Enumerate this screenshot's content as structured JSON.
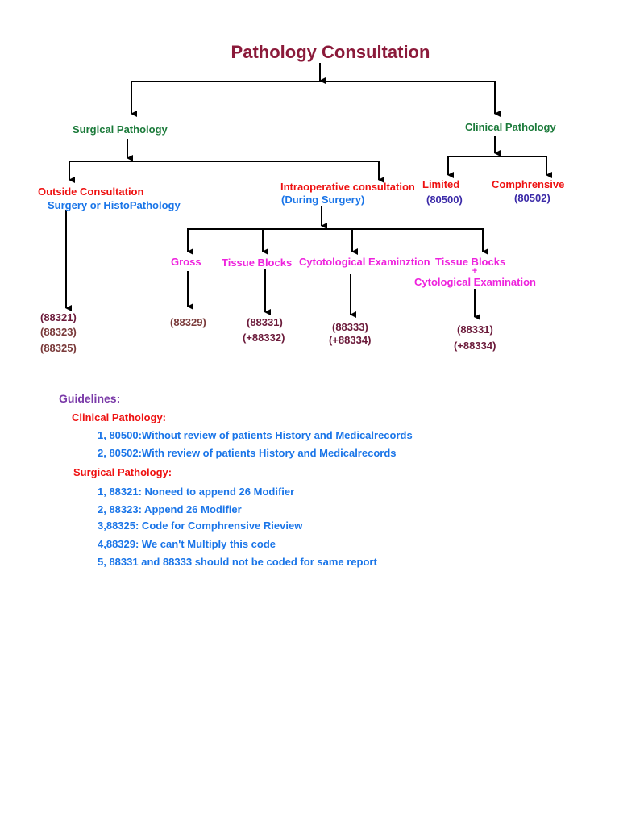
{
  "colors": {
    "title": "#8b1a3a",
    "green": "#1b7a3a",
    "red": "#ee1111",
    "blue": "#1a75e8",
    "navy": "#3b2aa8",
    "magenta": "#ee22dd",
    "code": "#6b1a3a",
    "code_gross": "#7a3a3a",
    "purple": "#7a3aa8"
  },
  "title": "Pathology Consultation",
  "surgical": {
    "label": "Surgical Pathology",
    "outside": {
      "line1": "Outside Consultation",
      "line2": "Surgery or HistoPathology",
      "codes": [
        "(88321)",
        "(88323)",
        "(88325)"
      ]
    },
    "intraop": {
      "line1": "Intraoperative consultation",
      "line2": "(During Surgery)",
      "gross": {
        "label": "Gross",
        "code": "(88329)"
      },
      "tissue": {
        "label": "Tissue Blocks",
        "codes": [
          "(88331)",
          "(+88332)"
        ]
      },
      "cyto": {
        "label": "Cytotological Examinztion",
        "codes": [
          "(88333)",
          "(+88334)"
        ]
      },
      "combo": {
        "line1": "Tissue Blocks",
        "plus": "+",
        "line2": "Cytological Examination",
        "codes": [
          "(88331)",
          "(+88334)"
        ]
      }
    }
  },
  "clinical": {
    "label": "Clinical Pathology",
    "limited": {
      "label": "Limited",
      "code": "(80500)"
    },
    "comprehensive": {
      "label": "Comphrensive",
      "code": "(80502)"
    }
  },
  "guidelines": {
    "heading": "Guidelines:",
    "clinical_heading": "Clinical Pathology:",
    "clinical_items": [
      "1, 80500:Without review of patients History and Medicalrecords",
      "2, 80502:With review of patients History and Medicalrecords"
    ],
    "surgical_heading": "Surgical Pathology:",
    "surgical_items": [
      "1, 88321: Noneed to append 26 Modifier",
      "2, 88323: Append 26 Modifier",
      "3,88325: Code for Comphrensive Rieview",
      "4,88329: We can't Multiply this code",
      "5, 88331 and 88333 should not be coded for same report"
    ]
  }
}
